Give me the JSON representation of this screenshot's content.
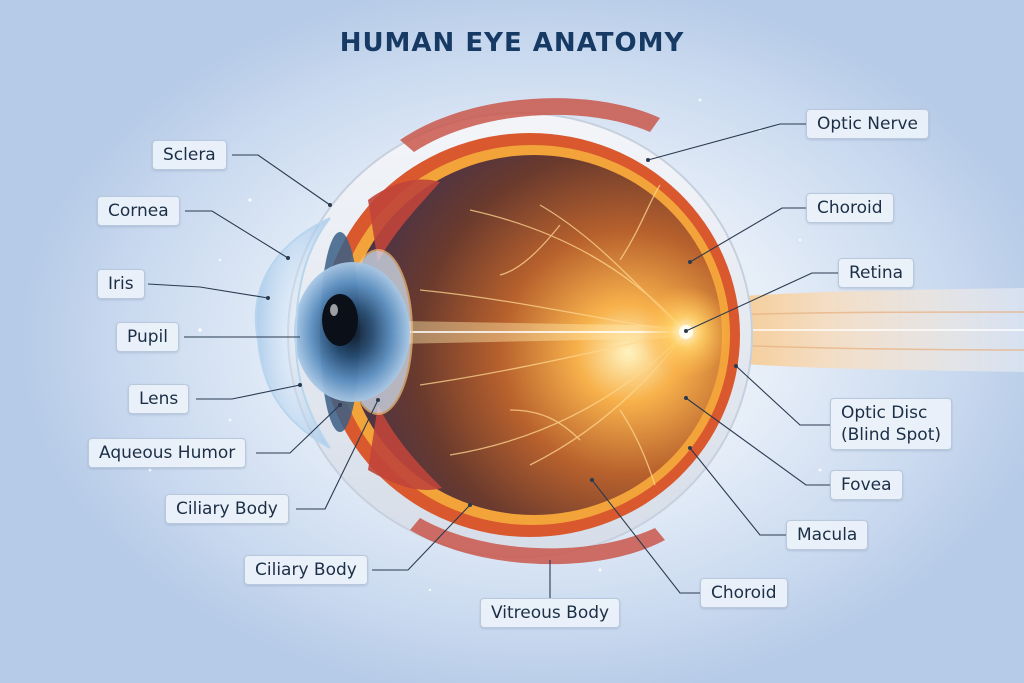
{
  "title": "HUMAN EYE ANATOMY",
  "colors": {
    "title": "#173a64",
    "background": "#dfe9f6",
    "sclera": "#e8ecf3",
    "choroid": "#d9582e",
    "retina": "#f2a33a",
    "iris": "#4f7fb0",
    "optic_nerve": "#f6d9b0",
    "glow": "#ffd36b",
    "leader_line": "#2a3a4f"
  },
  "labels": {
    "sclera": "Sclera",
    "cornea": "Cornea",
    "iris": "Iris",
    "pupil": "Pupil",
    "lens": "Lens",
    "aqueous_humor": "Aqueous Humor",
    "ciliary_body_1": "Ciliary Body",
    "ciliary_body_2": "Ciliary Body",
    "vitreous_body": "Vitreous Body",
    "choroid_bottom": "Choroid",
    "macula": "Macula",
    "fovea": "Fovea",
    "optic_disc_line1": "Optic Disc",
    "optic_disc_line2": "(Blind Spot)",
    "retina": "Retina",
    "choroid_top": "Choroid",
    "optic_nerve": "Optic Nerve"
  }
}
